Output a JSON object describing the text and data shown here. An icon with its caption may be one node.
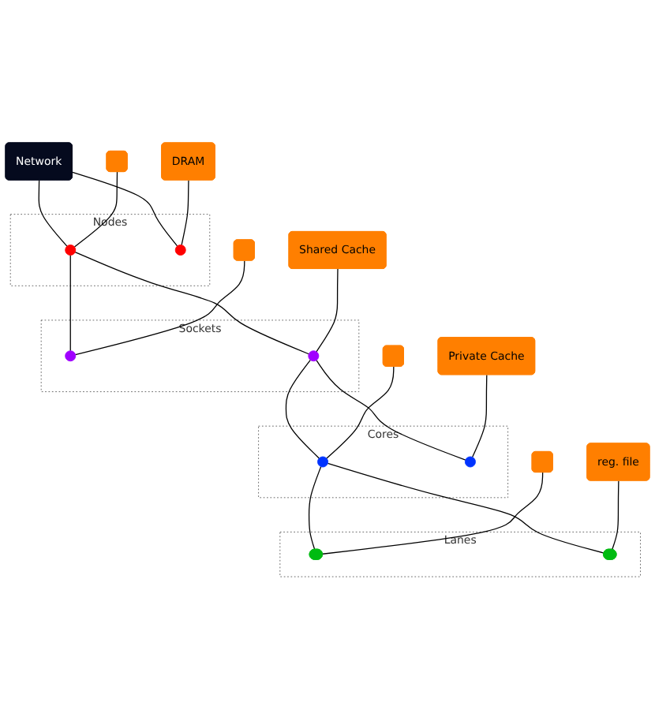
{
  "diagram": {
    "nodes": [
      {
        "text": [
          "Network"
        ]
      },
      {
        "text": [
          "Nodes"
        ]
      },
      {
        "text": [],
        "shape": "circle",
        "in": 1
      },
      {
        "text": [],
        "shape": "circle",
        "in": 1
      },
      {
        "text": [],
        "shape": "box"
      },
      {
        "text": [
          "DRAM"
        ]
      },
      {
        "text": [
          "Sockets"
        ]
      },
      {
        "text": [],
        "shape": "circle",
        "in": 6
      },
      {
        "text": [],
        "shape": "circle",
        "in": 6
      },
      {
        "text": [],
        "shape": "box"
      },
      {
        "text": [
          "Shared Cache"
        ]
      },
      {
        "text": [
          "Cores"
        ]
      },
      {
        "text": [],
        "shape": "circle",
        "in": 11
      },
      {
        "text": [],
        "shape": "circle",
        "in": 11
      },
      {
        "text": [],
        "shape": "box"
      },
      {
        "text": [
          "Private Cache"
        ]
      },
      {
        "text": [
          "Lanes"
        ]
      },
      {
        "text": [],
        "shape": "ellipse",
        "in": 16
      },
      {
        "text": [],
        "shape": "ellipse",
        "in": 16
      },
      {
        "text": [],
        "shape": "box"
      },
      {
        "text": [
          "reg. file"
        ]
      }
    ],
    "edges": [
      {
        "from": 0,
        "to": 2,
        "arrow": "none"
      },
      {
        "from": 0,
        "to": 3,
        "arrow": "none"
      },
      {
        "from": 4,
        "to": 2,
        "arrow": "none"
      },
      {
        "from": 5,
        "to": 3,
        "arrow": "none"
      },
      {
        "from": 2,
        "to": 7,
        "arrow": "none"
      },
      {
        "from": 2,
        "to": 8,
        "arrow": "none"
      },
      {
        "from": 9,
        "to": 7,
        "arrow": "none"
      },
      {
        "from": 10,
        "to": 8,
        "arrow": "none"
      },
      {
        "from": 8,
        "to": 12,
        "arrow": "none"
      },
      {
        "from": 8,
        "to": 13,
        "arrow": "none"
      },
      {
        "from": 14,
        "to": 12,
        "arrow": "none"
      },
      {
        "from": 15,
        "to": 13,
        "arrow": "none"
      },
      {
        "from": 12,
        "to": 17,
        "arrow": "none"
      },
      {
        "from": 12,
        "to": 18,
        "arrow": "none"
      },
      {
        "from": 19,
        "to": 17,
        "arrow": "none"
      },
      {
        "from": 20,
        "to": 18,
        "arrow": "none"
      }
    ]
  }
}
